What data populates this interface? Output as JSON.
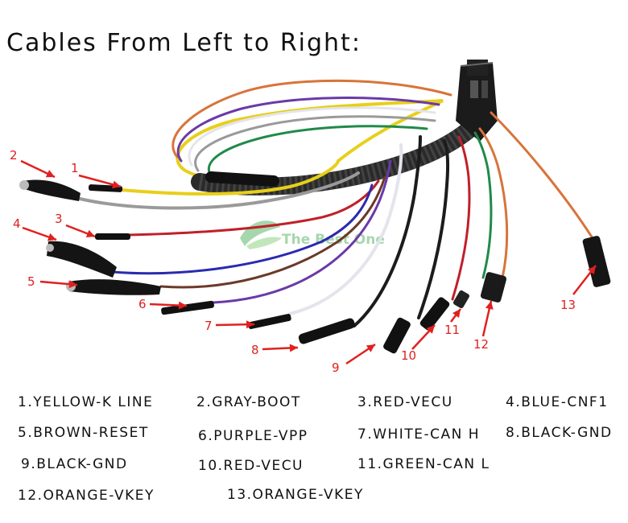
{
  "title": "Cables From Left to Right:",
  "watermark": "The Best One",
  "markers": [
    "1",
    "2",
    "3",
    "4",
    "5",
    "6",
    "7",
    "8",
    "9",
    "10",
    "11",
    "12",
    "13"
  ],
  "legend": [
    "1.YELLOW-K LINE",
    "2.GRAY-BOOT",
    "3.RED-VECU",
    "4.BLUE-CNF1",
    "5.BROWN-RESET",
    "6.PURPLE-VPP",
    "7.WHITE-CAN H",
    "8.BLACK-GND",
    "9.BLACK-GND",
    "10.RED-VECU",
    "11.GREEN-CAN L",
    "12.ORANGE-VKEY",
    "13.ORANGE-VKEY"
  ],
  "colors": {
    "arrow": "#e02020",
    "yellow": "#e8cf1a",
    "gray": "#9a9a9a",
    "red": "#c0202a",
    "blue": "#2a2ab0",
    "brown": "#6b3a2a",
    "purple": "#6a3aa8",
    "white": "#e4e4ec",
    "black": "#1c1c1c",
    "green": "#1f8a4a",
    "orange": "#d8743a"
  }
}
